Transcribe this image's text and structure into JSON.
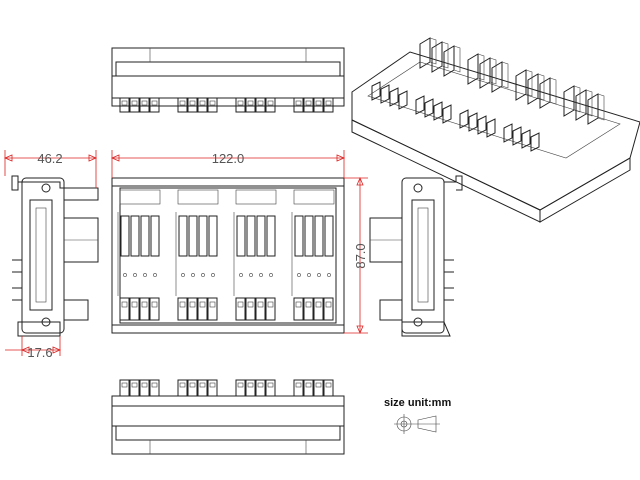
{
  "dimensions": {
    "side_width": "46.2",
    "top_width": "122.0",
    "height": "87.0",
    "rail_offset": "17.6"
  },
  "units_label": "size unit:mm",
  "colors": {
    "dimension_line": "#dd2222",
    "outline": "#222222",
    "dim_text": "#555555"
  }
}
